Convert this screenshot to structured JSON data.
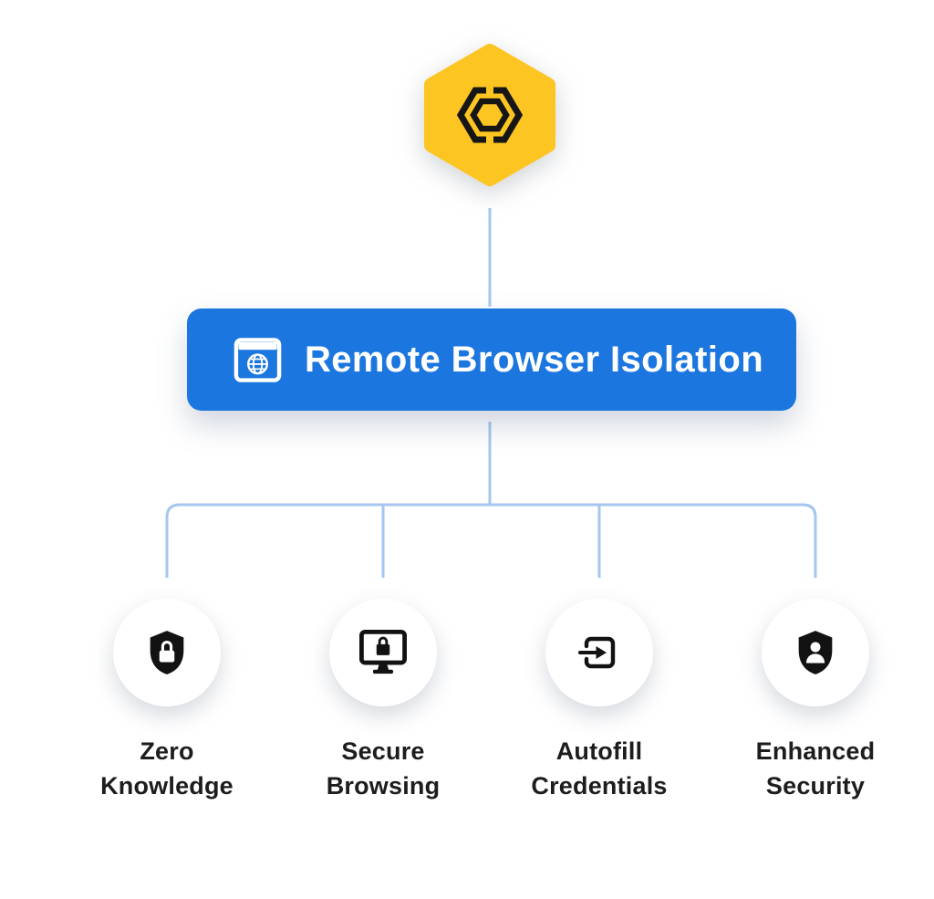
{
  "diagram": {
    "root": {
      "icon": "hexagon-brand-logo",
      "hexagon_color": "#FDC521",
      "logo_color": "#161616"
    },
    "main_node": {
      "label": "Remote Browser Isolation",
      "icon": "browser-globe-icon",
      "bg_color": "#1B76DF",
      "text_color": "#FFFFFF"
    },
    "connector_color": "#A5C6F0",
    "label_color": "#1D1D1F",
    "features": [
      {
        "id": "zero-knowledge",
        "icon": "shield-lock-icon",
        "line1": "Zero",
        "line2": "Knowledge"
      },
      {
        "id": "secure-browsing",
        "icon": "monitor-lock-icon",
        "line1": "Secure",
        "line2": "Browsing"
      },
      {
        "id": "autofill-credentials",
        "icon": "arrow-into-box-icon",
        "line1": "Autofill",
        "line2": "Credentials"
      },
      {
        "id": "enhanced-security",
        "icon": "shield-user-icon",
        "line1": "Enhanced",
        "line2": "Security"
      }
    ]
  }
}
